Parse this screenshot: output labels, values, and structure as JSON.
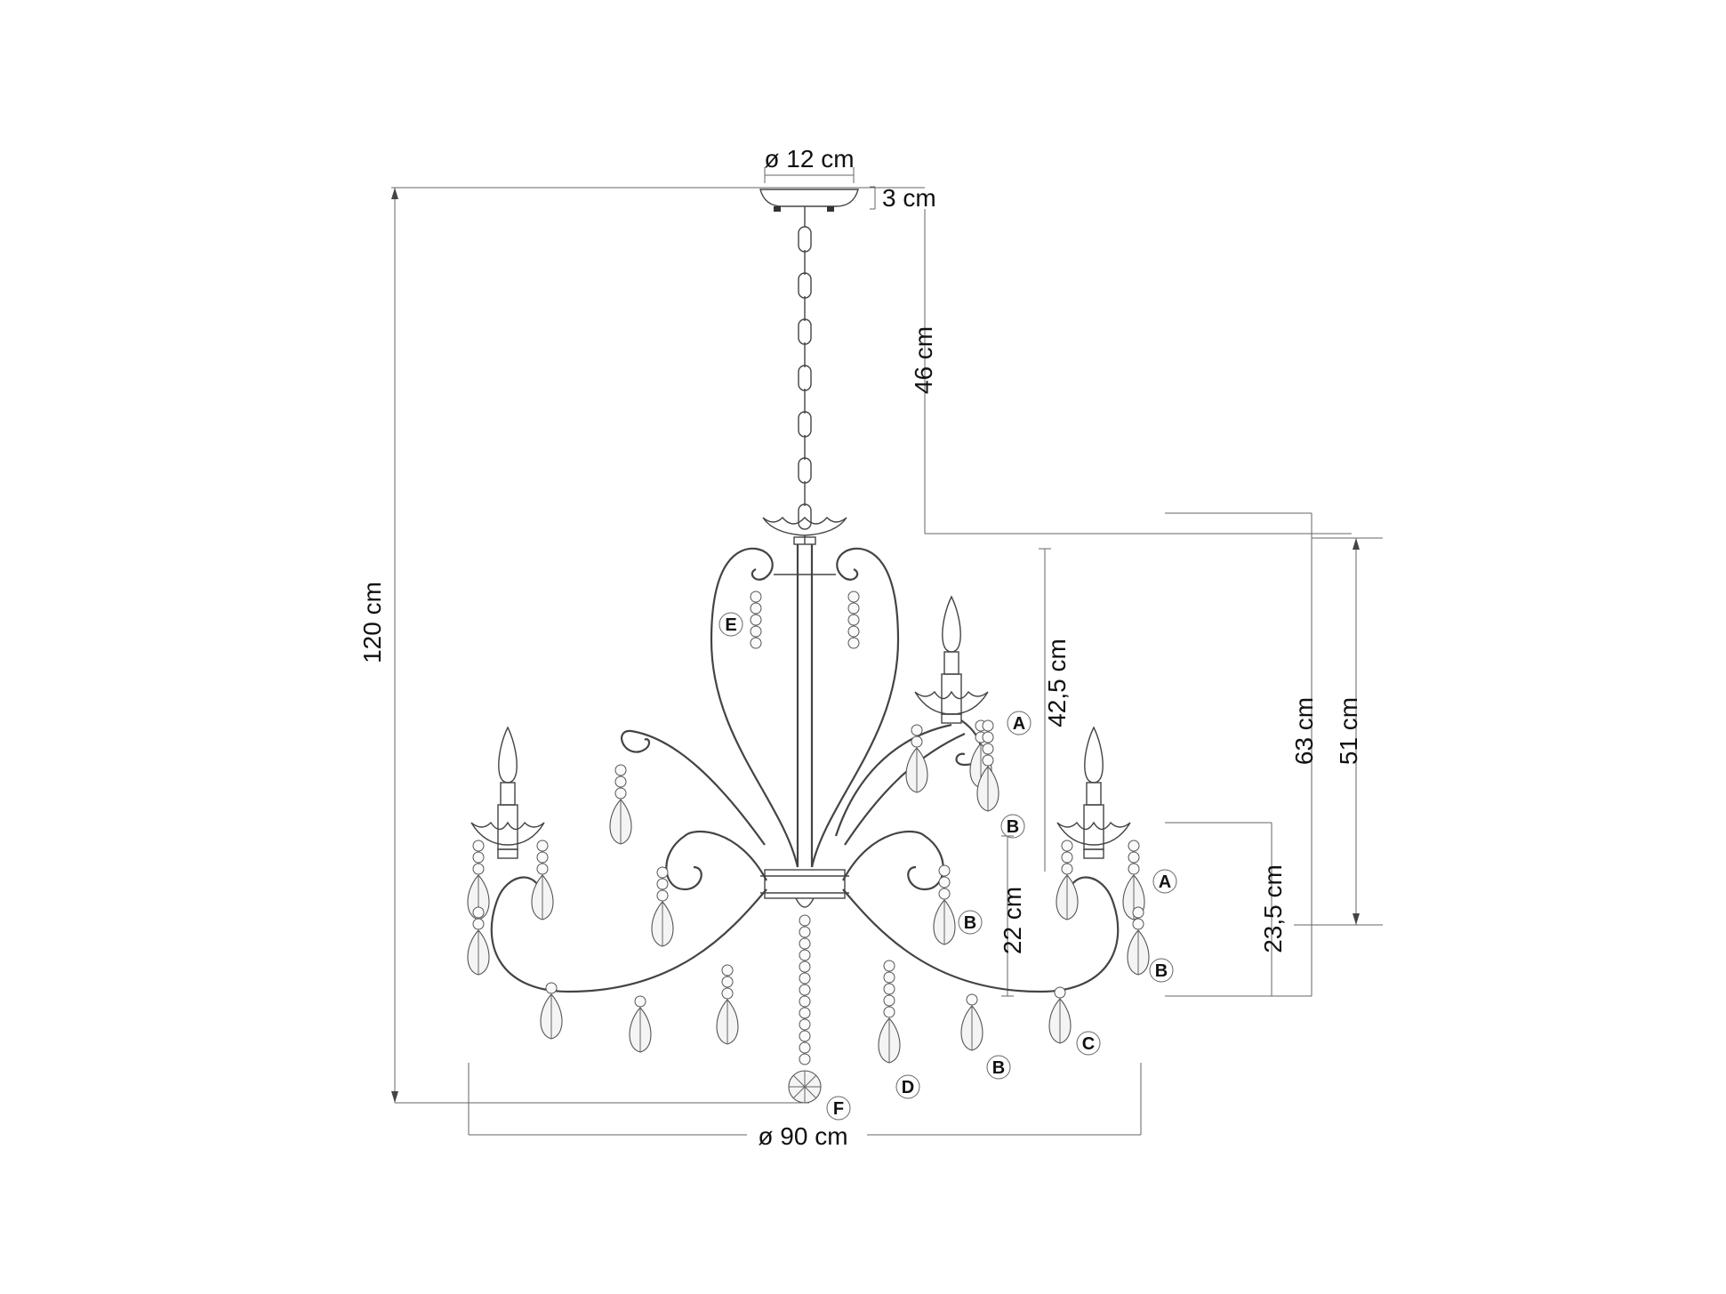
{
  "dimensions": {
    "canopy_diameter": "ø 12 cm",
    "canopy_height": "3 cm",
    "chain_length": "46 cm",
    "total_height": "120 cm",
    "frame_upper": "42,5 cm",
    "frame_lower": "22 cm",
    "body_height": "63 cm",
    "arms_height": "51 cm",
    "arm_drop": "23,5 cm",
    "total_diameter": "ø 90 cm"
  },
  "part_labels": {
    "A": "A",
    "B": "B",
    "C": "C",
    "D": "D",
    "E": "E",
    "F": "F"
  },
  "line_color": "#444444"
}
